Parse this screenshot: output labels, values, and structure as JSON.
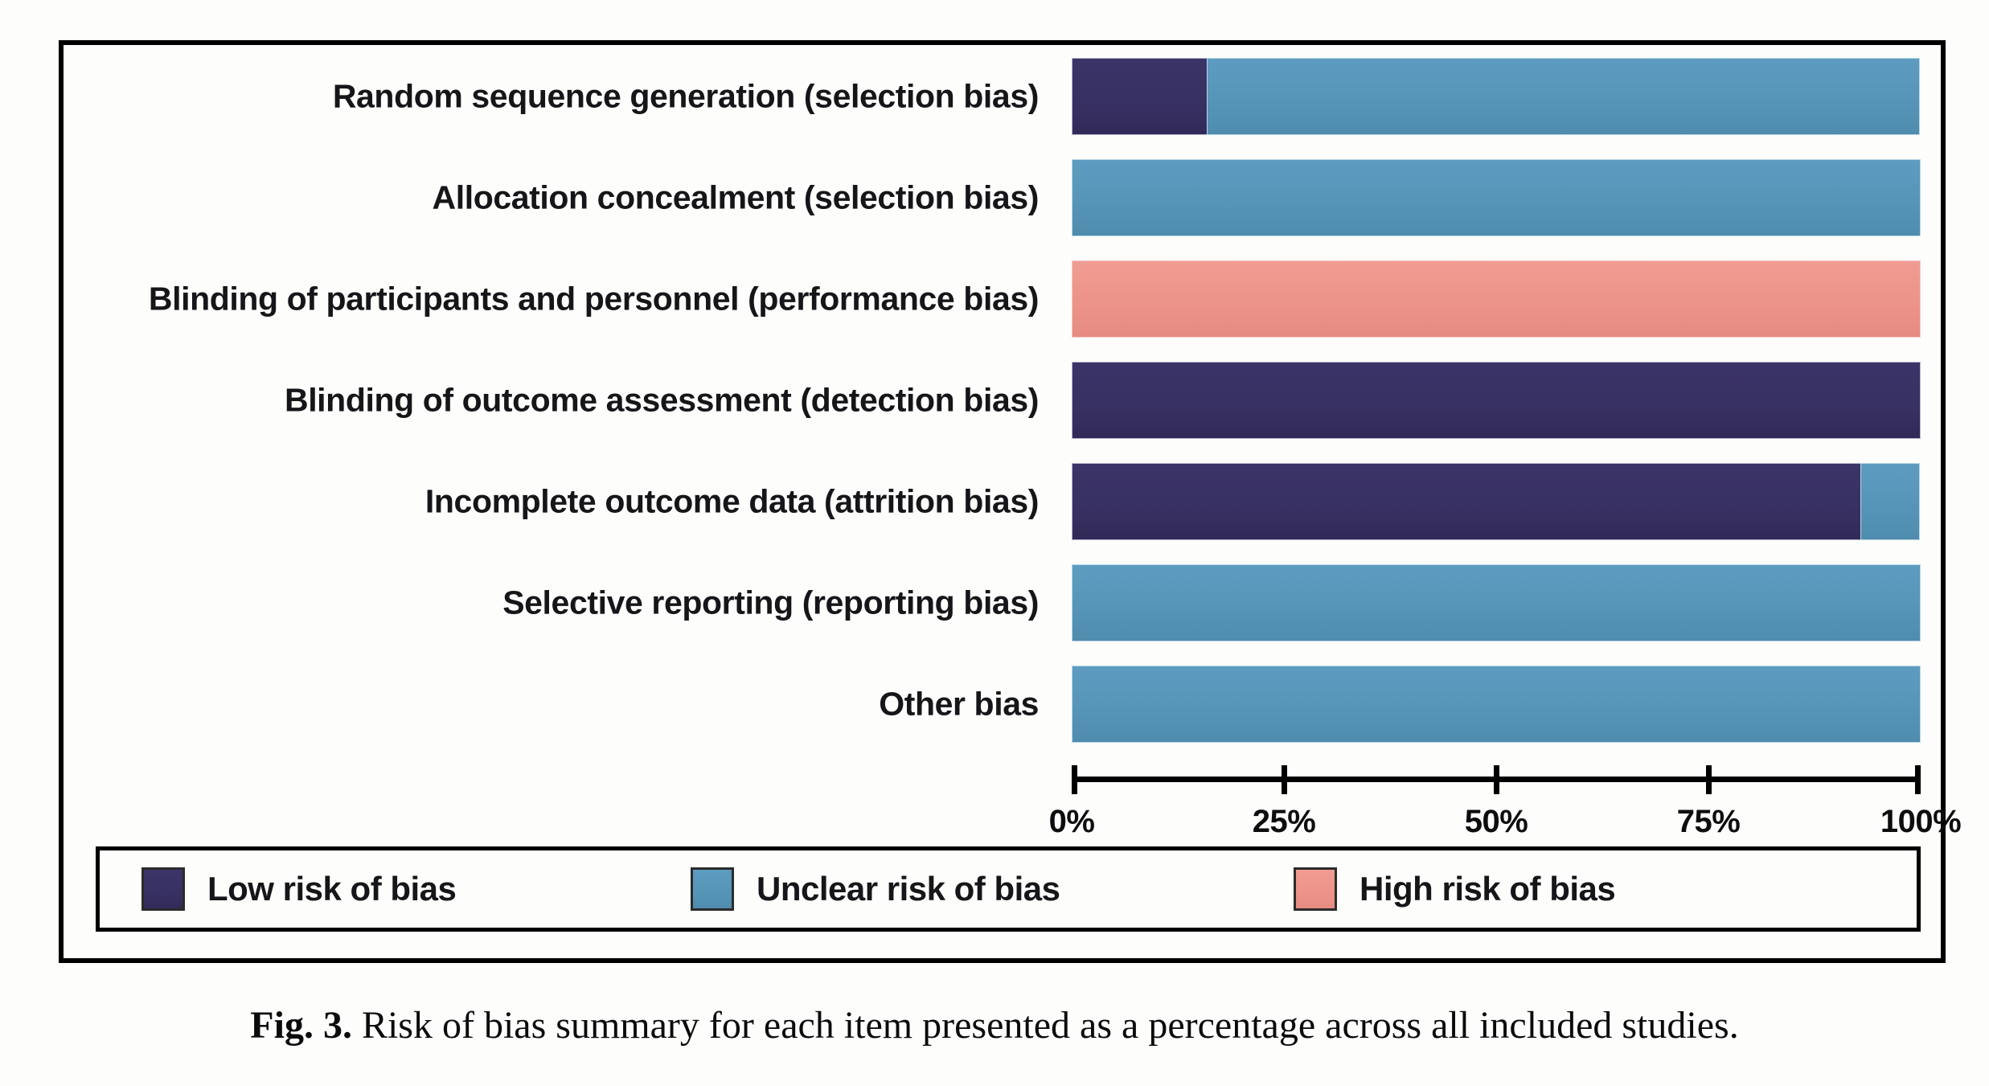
{
  "figure": {
    "caption_prefix": "Fig. 3.",
    "caption_text": "Risk of bias summary for each item presented as a percentage across all included studies."
  },
  "colors": {
    "low": "#383163",
    "unclear": "#5795b8",
    "high": "#ed9389",
    "axis": "#000000",
    "frame": "#000000",
    "background": "#fdfdfb"
  },
  "legend": {
    "items": [
      {
        "label": "Low risk of bias",
        "key": "low",
        "color": "#383163"
      },
      {
        "label": "Unclear risk of bias",
        "key": "unclear",
        "color": "#5795b8"
      },
      {
        "label": "High risk of bias",
        "key": "high",
        "color": "#ed9389"
      }
    ]
  },
  "chart_data": {
    "type": "bar",
    "orientation": "horizontal",
    "stacked": true,
    "normalized_percent": true,
    "title": "",
    "subtitle": "",
    "xlabel": "",
    "ylabel": "",
    "xlim": [
      0,
      100
    ],
    "xticks": [
      0,
      25,
      50,
      75,
      100
    ],
    "xtick_labels": [
      "0%",
      "25%",
      "50%",
      "75%",
      "100%"
    ],
    "grid": false,
    "legend_position": "bottom",
    "categories": [
      "Random sequence generation (selection bias)",
      "Allocation concealment (selection bias)",
      "Blinding of participants and personnel (performance bias)",
      "Blinding of outcome assessment (detection bias)",
      "Incomplete outcome data (attrition bias)",
      "Selective reporting (reporting bias)",
      "Other bias"
    ],
    "series": [
      {
        "name": "Low risk of bias",
        "color": "#383163",
        "values": [
          16,
          0,
          0,
          100,
          93,
          0,
          0
        ]
      },
      {
        "name": "Unclear risk of bias",
        "color": "#5795b8",
        "values": [
          84,
          100,
          0,
          0,
          7,
          100,
          100
        ]
      },
      {
        "name": "High risk of bias",
        "color": "#ed9389",
        "values": [
          0,
          0,
          100,
          0,
          0,
          0,
          0
        ]
      }
    ],
    "rows": [
      {
        "label": "Random sequence generation (selection bias)",
        "segments": [
          {
            "key": "low",
            "percent": 16
          },
          {
            "key": "unclear",
            "percent": 84
          }
        ]
      },
      {
        "label": "Allocation concealment (selection bias)",
        "segments": [
          {
            "key": "unclear",
            "percent": 100
          }
        ]
      },
      {
        "label": "Blinding of participants and personnel (performance bias)",
        "segments": [
          {
            "key": "high",
            "percent": 100
          }
        ]
      },
      {
        "label": "Blinding of outcome assessment (detection bias)",
        "segments": [
          {
            "key": "low",
            "percent": 100
          }
        ]
      },
      {
        "label": "Incomplete outcome data (attrition bias)",
        "segments": [
          {
            "key": "low",
            "percent": 93
          },
          {
            "key": "unclear",
            "percent": 7
          }
        ]
      },
      {
        "label": "Selective reporting (reporting bias)",
        "segments": [
          {
            "key": "unclear",
            "percent": 100
          }
        ]
      },
      {
        "label": "Other bias",
        "segments": [
          {
            "key": "unclear",
            "percent": 100
          }
        ]
      }
    ]
  }
}
